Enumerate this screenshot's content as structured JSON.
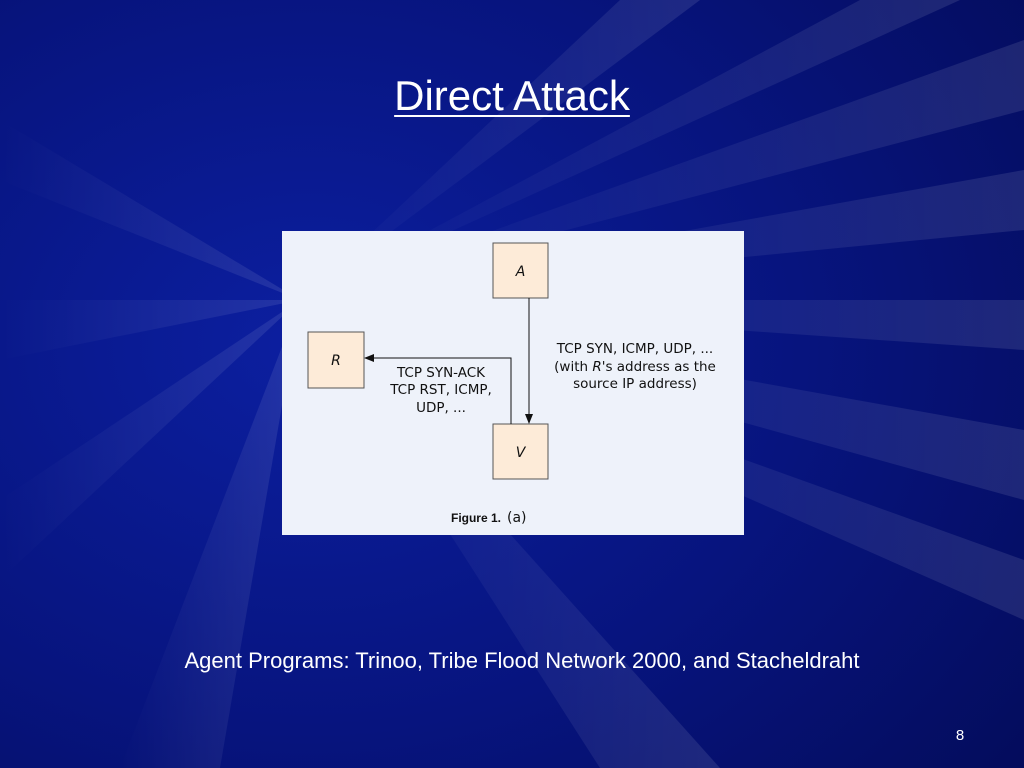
{
  "slide": {
    "title": "Direct Attack",
    "agent_programs": "Agent Programs: Trinoo, Tribe Flood Network 2000, and Stacheldraht",
    "page_number": "8"
  },
  "diagram": {
    "nodes": {
      "a": "A",
      "r": "R",
      "v": "V"
    },
    "edge_a_to_v": {
      "line1": "TCP SYN, ICMP, UDP, ...",
      "line2_prefix": "(with ",
      "line2_italic": "R",
      "line2_suffix": "'s address as the",
      "line3": "source IP address)"
    },
    "edge_v_to_r": {
      "line1": "TCP SYN-ACK",
      "line2": "TCP RST, ICMP,",
      "line3": "UDP, ..."
    },
    "caption": {
      "label": "Figure 1.",
      "sub": "(a)"
    }
  },
  "colors": {
    "background": "#0a1a8a",
    "figure_background": "#eef2fa",
    "node_fill": "#fdebd8",
    "text_light": "#ffffff"
  }
}
